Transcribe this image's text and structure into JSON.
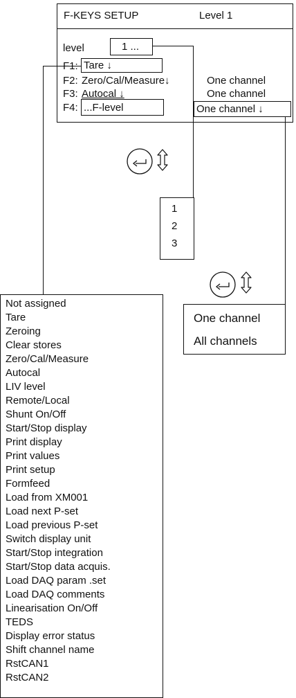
{
  "header": {
    "title": "F-KEYS SETUP",
    "level_label": "Level 1"
  },
  "setup": {
    "level_label": "level",
    "level_value": "1 ...",
    "f1": {
      "prefix": "F1:",
      "value": "Tare ↓"
    },
    "f2": {
      "prefix": "F2:",
      "value": "Zero/Cal/Measure↓",
      "channel": "One channel"
    },
    "f3": {
      "prefix": "F3:",
      "value": "Autocal ↓",
      "channel": "One channel"
    },
    "f4": {
      "prefix": "F4:",
      "value": "...F-level",
      "channel": "One channel ↓"
    }
  },
  "icons": {
    "enter": "enter-key-icon",
    "updown": "up-down-arrow-icon"
  },
  "level_list": [
    "1",
    "2",
    "3"
  ],
  "channel_list": [
    "One channel",
    "All channels"
  ],
  "function_list": [
    "Not assigned",
    "Tare",
    "Zeroing",
    "Clear stores",
    "Zero/Cal/Measure",
    "Autocal",
    "LIV level",
    "Remote/Local",
    "Shunt On/Off",
    "Start/Stop display",
    "Print display",
    "Print values",
    "Print setup",
    "Formfeed",
    "Load from XM001",
    "Load next P-set",
    "Load previous P-set",
    "Switch display unit",
    "Start/Stop integration",
    "Start/Stop data acquis.",
    "Load DAQ param .set",
    "Load DAQ comments",
    "Linearisation On/Off",
    "TEDS",
    "Display error status",
    "Shift channel name",
    "RstCAN1",
    "RstCAN2"
  ]
}
